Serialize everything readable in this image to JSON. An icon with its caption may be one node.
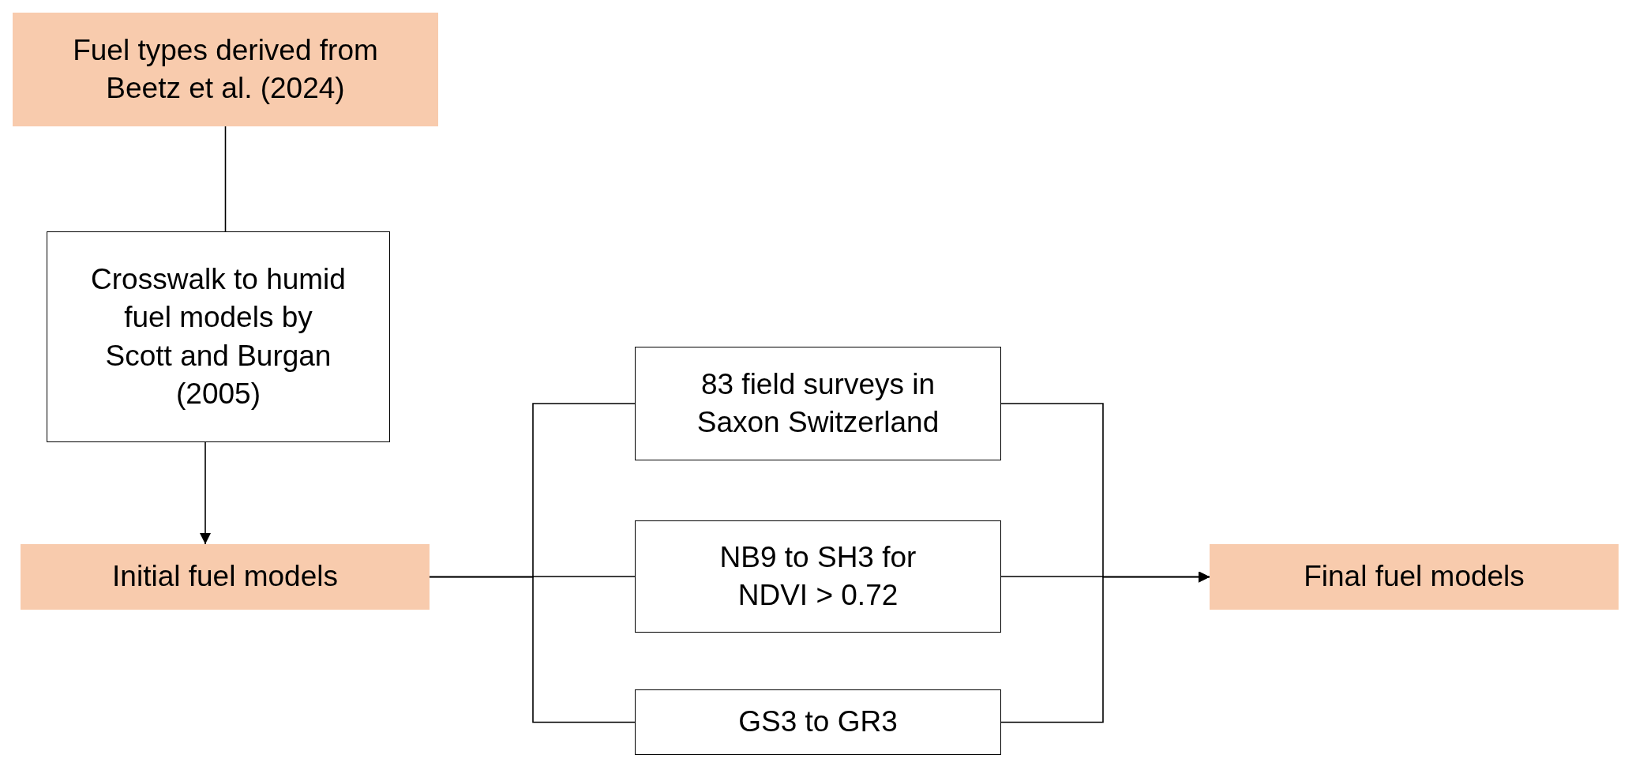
{
  "diagram": {
    "nodes": [
      {
        "text": [
          "Fuel types derived from Beetz et al. (2024)"
        ]
      },
      {
        "text": [
          "Crosswalk to humid fuel models by Scott and Burgan (2005)"
        ]
      },
      {
        "text": [
          "Initial fuel models"
        ]
      },
      {
        "text": [
          "83 field surveys in Saxon Switzerland"
        ]
      },
      {
        "text": [
          "NB9 to SH3 for NDVI > 0.72"
        ]
      },
      {
        "text": [
          "GS3 to GR3"
        ]
      },
      {
        "text": [
          "Final fuel models"
        ]
      }
    ],
    "edges": [
      {
        "from": 0,
        "to": 1,
        "arrow": "none"
      },
      {
        "from": 1,
        "to": 2,
        "arrow": "to"
      },
      {
        "from": 2,
        "to": 3,
        "arrow": "none"
      },
      {
        "from": 2,
        "to": 4,
        "arrow": "none"
      },
      {
        "from": 2,
        "to": 5,
        "arrow": "none"
      },
      {
        "from": 3,
        "to": 6,
        "arrow": "to"
      },
      {
        "from": 4,
        "to": 6,
        "arrow": "to"
      },
      {
        "from": 5,
        "to": 6,
        "arrow": "to"
      }
    ]
  }
}
